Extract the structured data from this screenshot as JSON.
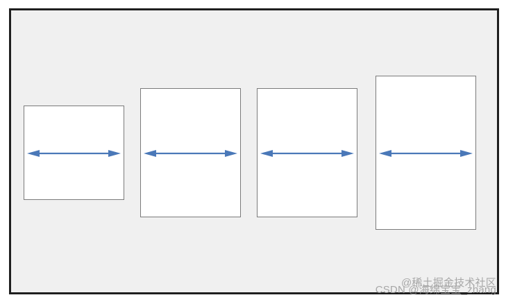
{
  "diagram": {
    "boxes": [
      {
        "id": "box-1",
        "arrow": "double-headed-horizontal"
      },
      {
        "id": "box-2",
        "arrow": "double-headed-horizontal"
      },
      {
        "id": "box-3",
        "arrow": "double-headed-horizontal"
      },
      {
        "id": "box-4",
        "arrow": "double-headed-horizontal"
      }
    ],
    "colors": {
      "frame_border": "#1f1f1f",
      "frame_background": "#f0f0f0",
      "box_border": "#7a7a7a",
      "box_fill": "#ffffff",
      "arrow": "#4a78b8"
    }
  },
  "watermark": {
    "line1": "@稀土掘金技术社区",
    "line2": "CSDN @海绵宝宝_zhang"
  }
}
